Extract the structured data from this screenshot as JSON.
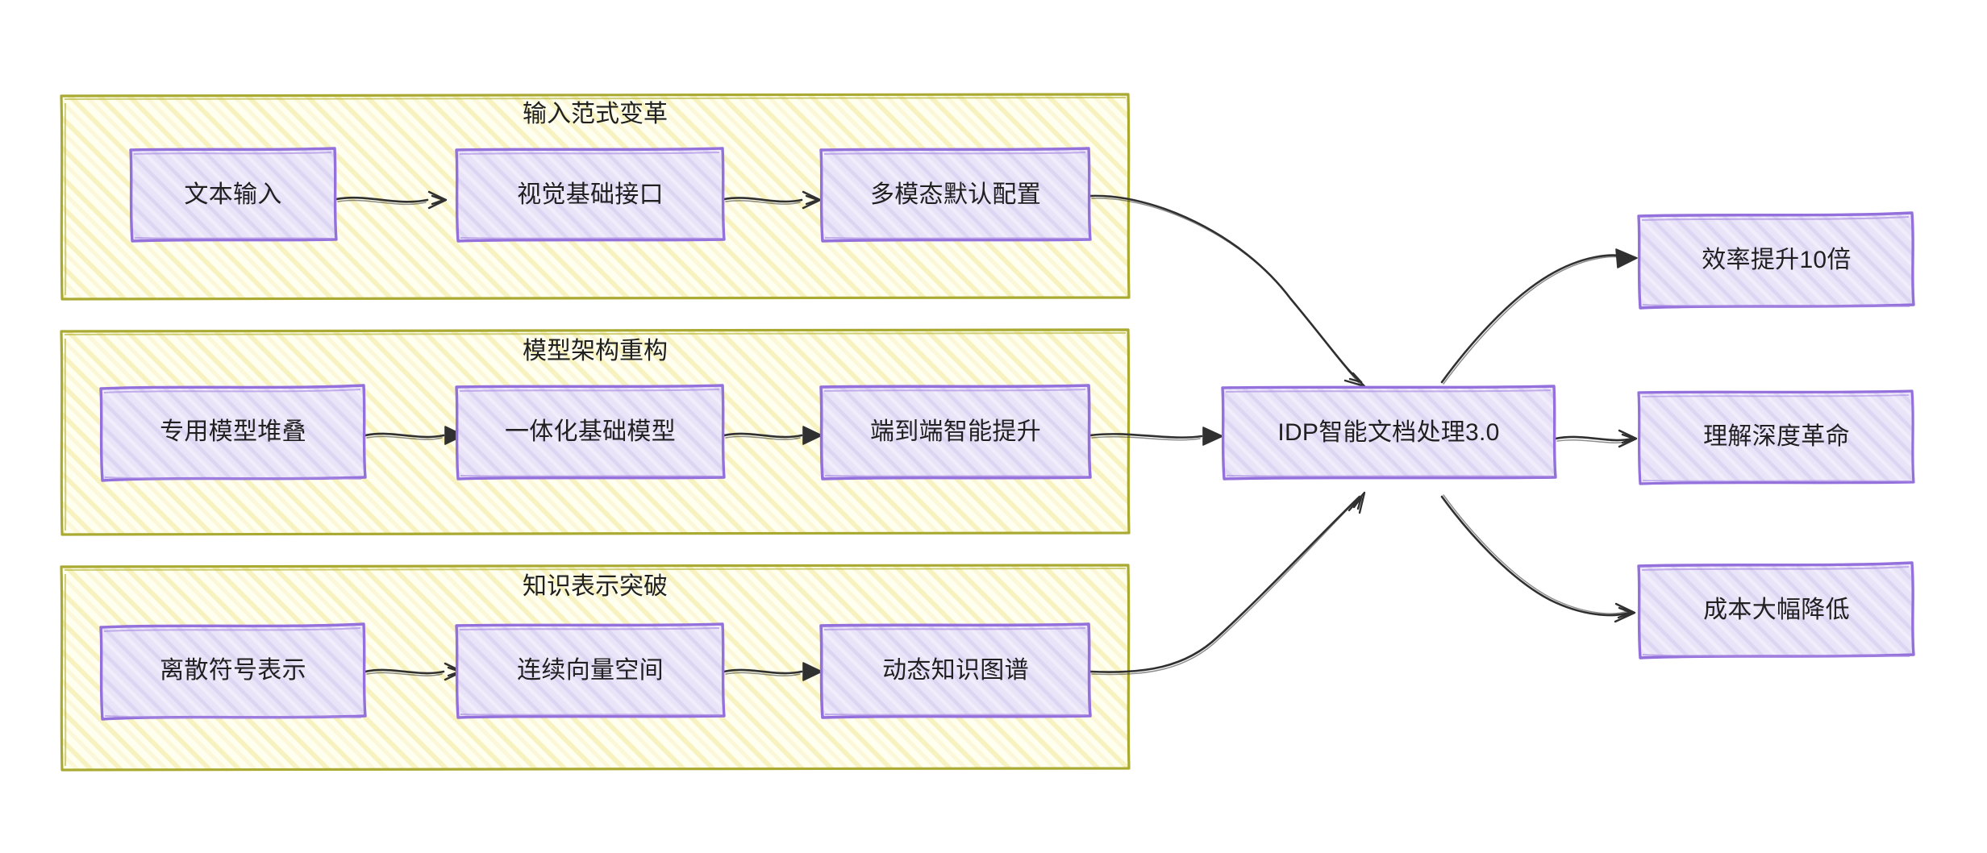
{
  "diagram": {
    "type": "flowchart",
    "direction": "left-to-right",
    "style": "hand-drawn-sketch",
    "colors": {
      "cluster_stroke": "#aaaa33",
      "cluster_fill": "#ffffde",
      "node_stroke": "#9370db",
      "node_fill": "#e6e0f8",
      "edge_stroke": "#303030",
      "text": "#202020",
      "background": "#ffffff"
    },
    "clusters": [
      {
        "id": "c1",
        "title": "输入范式变革"
      },
      {
        "id": "c2",
        "title": "模型架构重构"
      },
      {
        "id": "c3",
        "title": "知识表示突破"
      }
    ],
    "nodes": [
      {
        "id": "n1",
        "label": "文本输入",
        "cluster": "c1"
      },
      {
        "id": "n2",
        "label": "视觉基础接口",
        "cluster": "c1"
      },
      {
        "id": "n3",
        "label": "多模态默认配置",
        "cluster": "c1"
      },
      {
        "id": "n4",
        "label": "专用模型堆叠",
        "cluster": "c2"
      },
      {
        "id": "n5",
        "label": "一体化基础模型",
        "cluster": "c2"
      },
      {
        "id": "n6",
        "label": "端到端智能提升",
        "cluster": "c2"
      },
      {
        "id": "n7",
        "label": "离散符号表示",
        "cluster": "c3"
      },
      {
        "id": "n8",
        "label": "连续向量空间",
        "cluster": "c3"
      },
      {
        "id": "n9",
        "label": "动态知识图谱",
        "cluster": "c3"
      },
      {
        "id": "core",
        "label": "IDP智能文档处理3.0",
        "cluster": null
      },
      {
        "id": "o1",
        "label": "效率提升10倍",
        "cluster": null
      },
      {
        "id": "o2",
        "label": "理解深度革命",
        "cluster": null
      },
      {
        "id": "o3",
        "label": "成本大幅降低",
        "cluster": null
      }
    ],
    "edges": [
      {
        "from": "n1",
        "to": "n2"
      },
      {
        "from": "n2",
        "to": "n3"
      },
      {
        "from": "n3",
        "to": "core"
      },
      {
        "from": "n4",
        "to": "n5"
      },
      {
        "from": "n5",
        "to": "n6"
      },
      {
        "from": "n6",
        "to": "core"
      },
      {
        "from": "n7",
        "to": "n8"
      },
      {
        "from": "n8",
        "to": "n9"
      },
      {
        "from": "n9",
        "to": "core"
      },
      {
        "from": "core",
        "to": "o1"
      },
      {
        "from": "core",
        "to": "o2"
      },
      {
        "from": "core",
        "to": "o3"
      }
    ]
  }
}
